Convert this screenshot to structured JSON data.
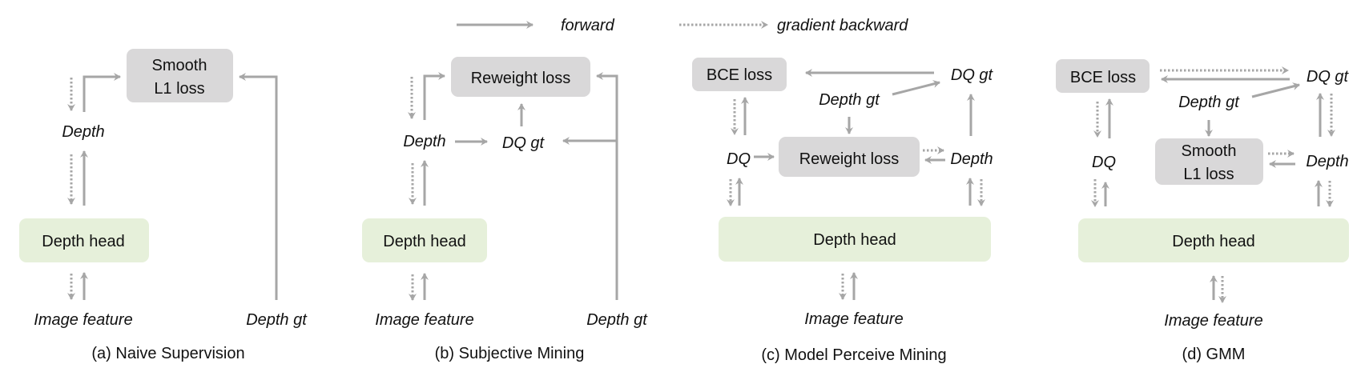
{
  "legend": {
    "forward": "forward",
    "backward": "gradient backward"
  },
  "colors": {
    "loss_box": "#d9d8d9",
    "head_box": "#e6f0da",
    "arrow": "#a6a6a6",
    "text": "#111111"
  },
  "panels": {
    "a": {
      "caption": "(a) Naive Supervision",
      "loss_line1": "Smooth",
      "loss_line2": "L1 loss",
      "depth": "Depth",
      "head": "Depth head",
      "feature": "Image feature",
      "gt": "Depth gt"
    },
    "b": {
      "caption": "(b) Subjective Mining",
      "loss": "Reweight loss",
      "depth": "Depth",
      "dqgt": "DQ gt",
      "head": "Depth head",
      "feature": "Image feature",
      "gt": "Depth gt"
    },
    "c": {
      "caption": "(c) Model Perceive Mining",
      "bce": "BCE loss",
      "dqgt": "DQ gt",
      "gt": "Depth gt",
      "dq": "DQ",
      "loss": "Reweight loss",
      "depth": "Depth",
      "head": "Depth head",
      "feature": "Image feature"
    },
    "d": {
      "caption": "(d) GMM",
      "bce": "BCE loss",
      "dqgt": "DQ gt",
      "gt": "Depth gt",
      "dq": "DQ",
      "loss_line1": "Smooth",
      "loss_line2": "L1 loss",
      "depth": "Depth",
      "head": "Depth head",
      "feature": "Image feature"
    }
  }
}
